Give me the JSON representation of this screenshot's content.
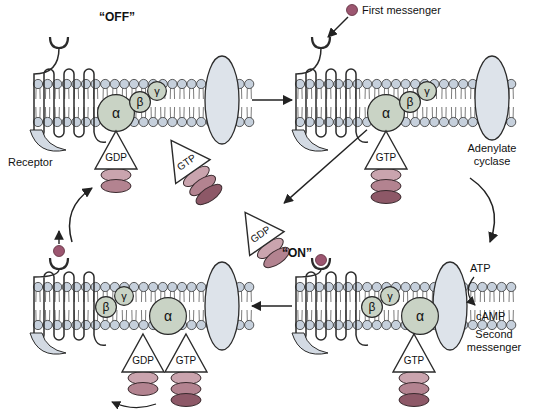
{
  "diagram": {
    "nodes": [
      {
        "text": [
          "α"
        ]
      },
      {
        "text": [
          "β"
        ]
      },
      {
        "text": [
          "γ"
        ]
      },
      {
        "text": [
          "GDP"
        ]
      },
      {
        "text": [
          "GTP"
        ]
      },
      {
        "text": [
          "α"
        ]
      },
      {
        "text": [
          "β"
        ]
      },
      {
        "text": [
          "γ"
        ]
      },
      {
        "text": [
          "GTP"
        ]
      },
      {
        "text": [
          "GDP"
        ]
      },
      {
        "text": [
          "β"
        ]
      },
      {
        "text": [
          "γ"
        ]
      },
      {
        "text": [
          "α"
        ]
      },
      {
        "text": [
          "GDP"
        ]
      },
      {
        "text": [
          "GTP"
        ]
      },
      {
        "text": [
          "β"
        ]
      },
      {
        "text": [
          "γ"
        ]
      },
      {
        "text": [
          "α"
        ]
      },
      {
        "text": [
          "GTP"
        ]
      }
    ],
    "edges": [
      {
        "from": 5,
        "to": 9,
        "arrow": "to"
      }
    ],
    "labels": [
      "“OFF”",
      "First messenger",
      "Receptor",
      "Adenylate cyclase",
      "“ON”",
      "ATP",
      "cAMP",
      "Second messenger"
    ]
  }
}
